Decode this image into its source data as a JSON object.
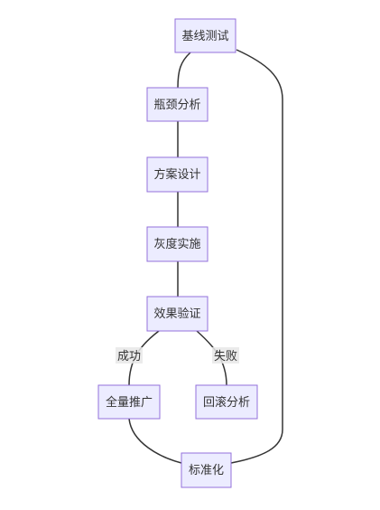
{
  "diagram": {
    "nodes": {
      "baseline": "基线测试",
      "bottleneck": "瓶颈分析",
      "design": "方案设计",
      "gray": "灰度实施",
      "verify": "效果验证",
      "rollout": "全量推广",
      "rollback": "回滚分析",
      "standardize": "标准化"
    },
    "edge_labels": {
      "success": "成功",
      "failure": "失败"
    }
  }
}
